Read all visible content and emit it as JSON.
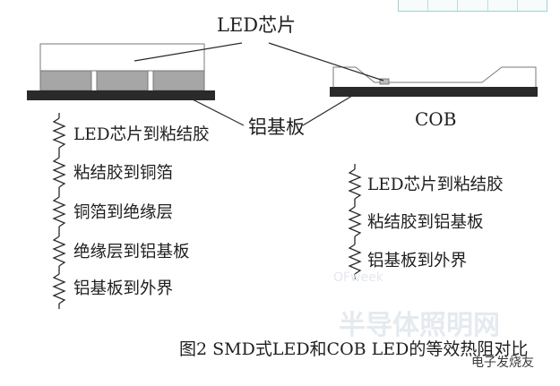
{
  "labels": {
    "led_chip": "LED芯片",
    "aluminum_substrate": "铝基板",
    "cob": "COB"
  },
  "smd_resistors": [
    "LED芯片到粘结胶",
    "粘结胶到铜箔",
    "铜箔到绝缘层",
    "绝缘层到铝基板",
    "铝基板到外界"
  ],
  "cob_resistors": [
    "LED芯片到粘结胶",
    "粘结胶到铝基板",
    "铝基板到外界"
  ],
  "caption": "图2 SMD式LED和COB LED的等效热阻对比",
  "watermark": "半导体照明网",
  "watermark_small": "OFweek",
  "brand": "电子发烧友",
  "colors": {
    "substrate": "#2a2a2a",
    "chip": "#a6a6a6",
    "line": "#2a2a2a",
    "watermark": "#dfe5ec"
  }
}
